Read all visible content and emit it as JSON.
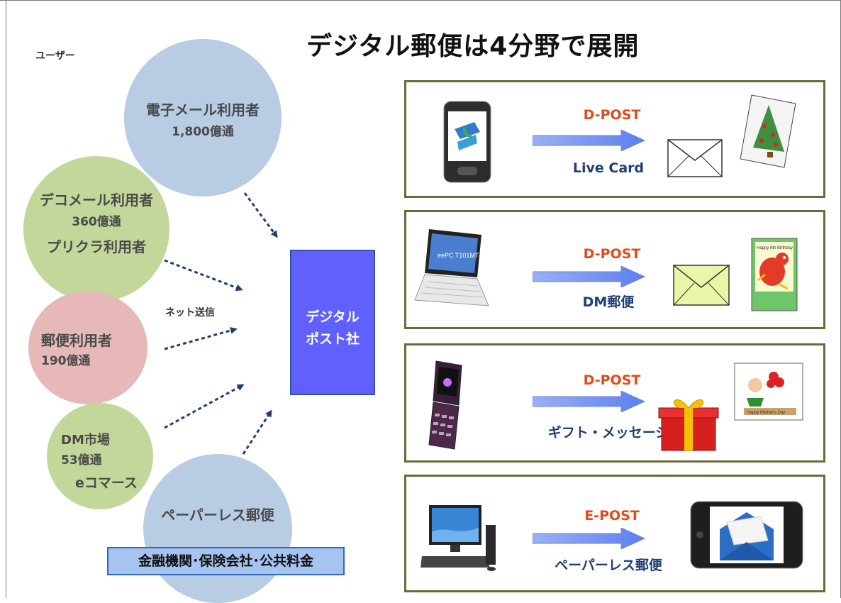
{
  "title": "デジタル郵便は4分野で展開",
  "users_label": "ユーザー",
  "circles": {
    "email": {
      "line1": "電子メール利用者",
      "line2": "1,800億通"
    },
    "deco": {
      "line1": "デコメール利用者",
      "line2": "360億通",
      "line3": "プリクラ利用者"
    },
    "postal": {
      "line1": "郵便利用者",
      "line2": "190億通"
    },
    "dm": {
      "line1": "DM市場",
      "line2": "53億通",
      "line3": "eコマース"
    },
    "paperless": {
      "line1": "ペーパーレス郵便"
    }
  },
  "net_label": "ネット送信",
  "center": {
    "line1": "デジタル",
    "line2": "ポスト社"
  },
  "finance_box": "金融機関･保険会社･公共料金",
  "panels": [
    {
      "post": "D-POST",
      "service": "Live Card"
    },
    {
      "post": "D-POST",
      "service": "DM郵便"
    },
    {
      "post": "D-POST",
      "service": "ギフト・メッセージ"
    },
    {
      "post": "E-POST",
      "service": "ペーパーレス郵便"
    }
  ],
  "artwork_text": {
    "netbook_brand": "eePC T101MT",
    "card_birthday": "Happy 6th Birthday",
    "card_mother": "Happy Mother's Day"
  },
  "colors": {
    "circle_blue": "#b8cce4",
    "circle_green": "#c4d79b",
    "circle_pink": "#e6b9b8",
    "center_box": "#6060ff",
    "post_label": "#e24a1a",
    "service_label": "#1f3f72",
    "panel_border": "#6b6b3a",
    "finance_box": "#a7c4f0"
  }
}
